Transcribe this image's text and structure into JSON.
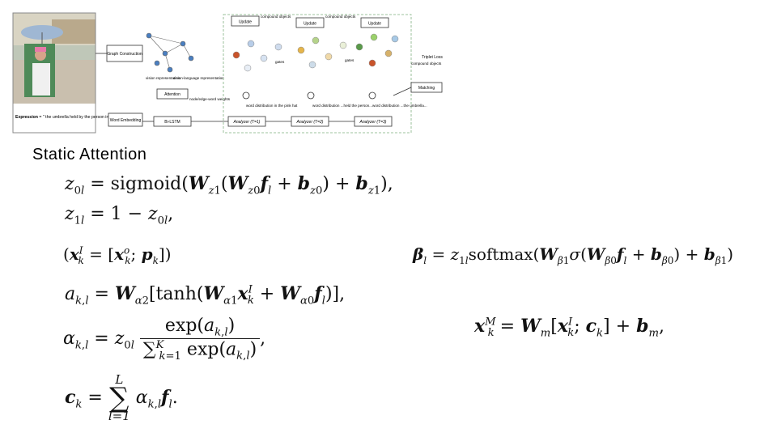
{
  "diagram": {
    "update_labels": [
      "Update",
      "Update",
      "Update"
    ],
    "compound_objects_labels": [
      "compound objects",
      "compound objects",
      "compound objects"
    ],
    "graph_construction": "Graph Construction",
    "attention": "Attention",
    "vision_representation": "vision representation",
    "vision_language_representation": "vision-language representation",
    "node_edge_word_weights": "node/edge-word weights",
    "gates_labels": [
      "gates",
      "gates"
    ],
    "word_distribution_labels": [
      "word distribution in the pink hat",
      "word distribution ...held the person...",
      "word distribution ...the umbrella..."
    ],
    "analyzer_labels": [
      "Analyzer (T=1)",
      "Analyzer (T=2)",
      "Analyzer (T=3)"
    ],
    "matching": "Matching",
    "triplet_loss": "Triplet Loss",
    "word_embedding": "Word Embedding",
    "bi_lstm": "Bi-LSTM",
    "expression_prefix": "Expression",
    "expression_text": "= \" the umbrella held by the person in the pink hat\""
  },
  "section_title": "Static  Attention",
  "equations": {
    "z0": "z₀ₗ = sigmoid(W_z1(W_z0 f_l + b_z0) + b_z1),",
    "z1": "z₁ₗ = 1 − z₀ₗ,",
    "xI": "(x_k^I = [x_k^o; p_k])",
    "beta": "β_l = z₁ₗ softmax(W_β1 σ(W_β0 f_l + b_β0) + b_β1)",
    "a": "a_{k,l} = W_α2[tanh(W_α1 x_k^I + W_α0 f_l)],",
    "xM": "x_k^M = W_m[x_k^I; c_k] + b_m,",
    "alpha": "α_{k,l} = z₀ₗ exp(a_{k,l}) / Σ_{k=1}^{K} exp(a_{k,l}),",
    "c": "c_k = Σ_{l=1}^{L} α_{k,l} f_l."
  }
}
